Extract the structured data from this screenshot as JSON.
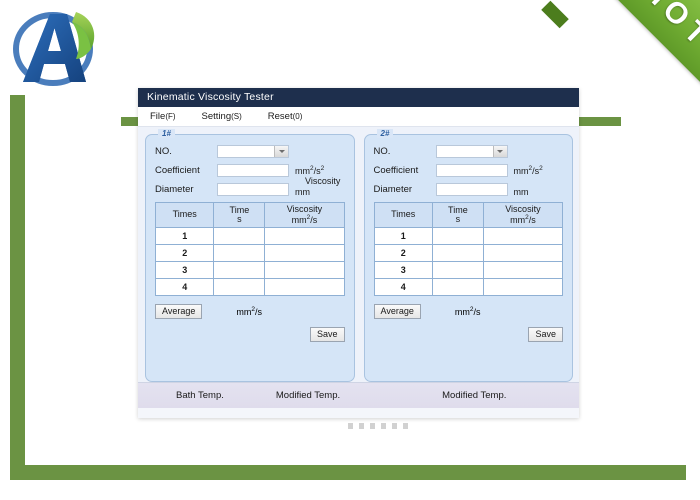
{
  "branding": {
    "logo_letter": "A",
    "logo_name": "company-logo",
    "colors": {
      "logo_blue": "#1f5fa9",
      "logo_green": "#7ac143",
      "frame_green": "#6b9343"
    }
  },
  "ribbon": {
    "label": "HOT",
    "color": "#71ad33"
  },
  "window": {
    "title": "Kinematic  Viscosity Tester",
    "titlebar_color": "#1e2f4d",
    "menu": [
      {
        "label": "File",
        "mnemonic": "(F)"
      },
      {
        "label": "Setting",
        "mnemonic": "(S)"
      },
      {
        "label": "Reset",
        "mnemonic": "(0)"
      }
    ]
  },
  "panels": [
    {
      "legend": "1#",
      "fields": [
        {
          "label": "NO.",
          "type": "combo",
          "value": "",
          "unit": ""
        },
        {
          "label": "Coefficient",
          "type": "text",
          "value": "",
          "unit": "mm",
          "unit_sup1": "2",
          "unit_mid": "/s",
          "unit_sup2": "2"
        },
        {
          "label": "Diameter",
          "type": "text",
          "value": "",
          "unit": "mm"
        }
      ],
      "extra_label": "Viscosity",
      "table": {
        "headers": [
          "Times",
          "Time\ns",
          "Viscosity\nmm2/s"
        ],
        "header_times": "Times",
        "header_time": "Time",
        "header_time_unit": "s",
        "header_visc": "Viscosity",
        "header_visc_unit_base": "mm",
        "header_visc_unit_sup": "2",
        "header_visc_unit_tail": "/s",
        "rows": [
          {
            "index": "1",
            "time": "",
            "viscosity": ""
          },
          {
            "index": "2",
            "time": "",
            "viscosity": ""
          },
          {
            "index": "3",
            "time": "",
            "viscosity": ""
          },
          {
            "index": "4",
            "time": "",
            "viscosity": ""
          }
        ]
      },
      "average_label": "Average",
      "average_value": "",
      "average_unit_base": "mm",
      "average_unit_sup": "2",
      "average_unit_tail": "/s",
      "save_label": "Save"
    },
    {
      "legend": "2#",
      "fields": [
        {
          "label": "NO.",
          "type": "combo",
          "value": "",
          "unit": ""
        },
        {
          "label": "Coefficient",
          "type": "text",
          "value": "",
          "unit": "mm",
          "unit_sup1": "2",
          "unit_mid": "/s",
          "unit_sup2": "2"
        },
        {
          "label": "Diameter",
          "type": "text",
          "value": "",
          "unit": "mm"
        }
      ],
      "extra_label": "",
      "table": {
        "header_times": "Times",
        "header_time": "Time",
        "header_time_unit": "s",
        "header_visc": "Viscosity",
        "header_visc_unit_base": "mm",
        "header_visc_unit_sup": "2",
        "header_visc_unit_tail": "/s",
        "rows": [
          {
            "index": "1",
            "time": "",
            "viscosity": ""
          },
          {
            "index": "2",
            "time": "",
            "viscosity": ""
          },
          {
            "index": "3",
            "time": "",
            "viscosity": ""
          },
          {
            "index": "4",
            "time": "",
            "viscosity": ""
          }
        ]
      },
      "average_label": "Average",
      "average_value": "",
      "average_unit_base": "mm",
      "average_unit_sup": "2",
      "average_unit_tail": "/s",
      "save_label": "Save"
    }
  ],
  "statusbar": {
    "bath_temp": "Bath Temp.",
    "modified_temp_1": "Modified Temp.",
    "modified_temp_2": "Modified Temp."
  }
}
